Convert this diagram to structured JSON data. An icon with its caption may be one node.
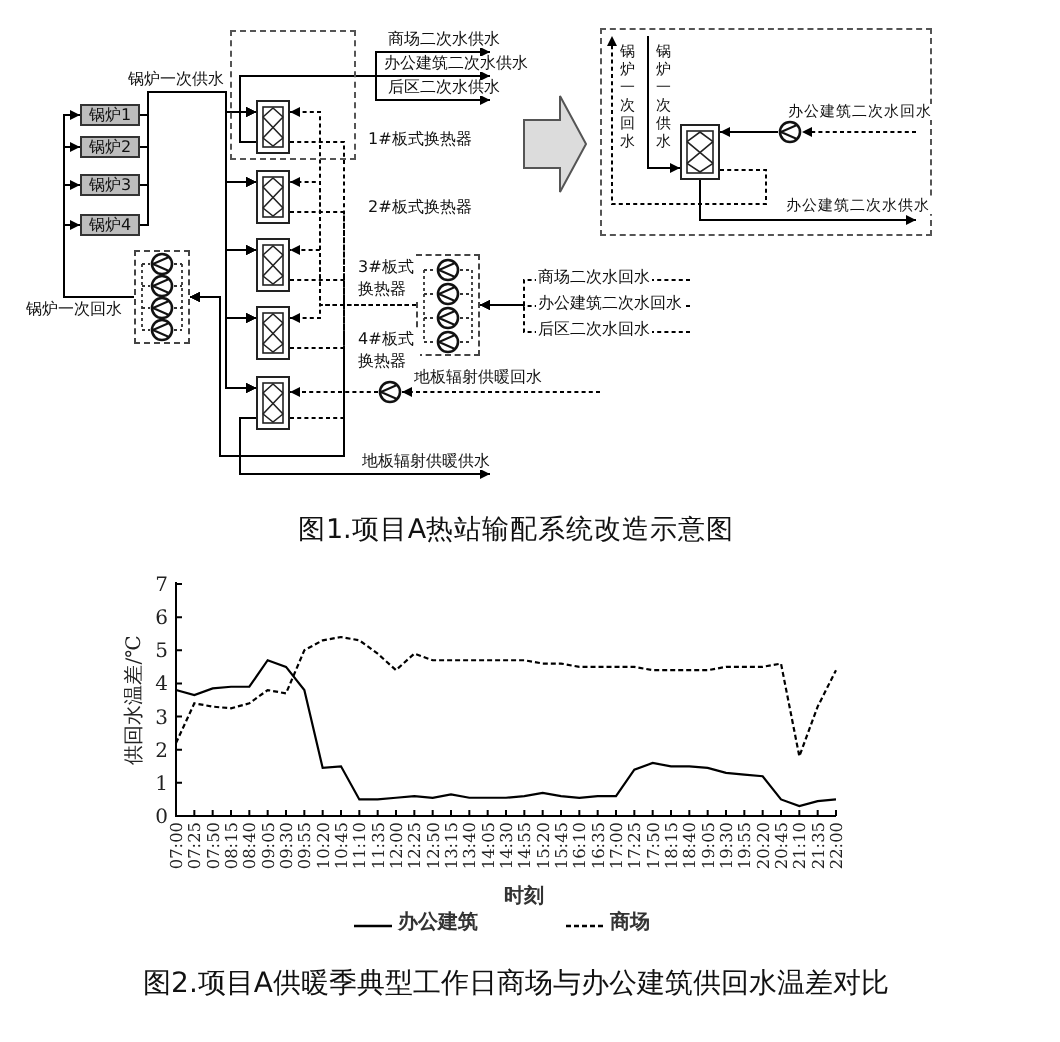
{
  "diagram": {
    "nodes": [
      {
        "text": [
          "锅炉1"
        ]
      },
      {
        "text": [
          "锅炉2"
        ]
      },
      {
        "text": [
          "锅炉3"
        ]
      },
      {
        "text": [
          "锅炉4"
        ]
      },
      {
        "text": [],
        "shape": "box"
      },
      {
        "text": [],
        "shape": "box"
      },
      {
        "text": [],
        "shape": "box"
      },
      {
        "text": [],
        "shape": "box"
      },
      {
        "text": [],
        "shape": "box"
      },
      {
        "text": [],
        "shape": "box"
      },
      {
        "text": [],
        "shape": "circle",
        "in": 9
      },
      {
        "text": [],
        "shape": "circle",
        "in": 9
      },
      {
        "text": [],
        "shape": "circle",
        "in": 9
      },
      {
        "text": [],
        "shape": "circle",
        "in": 9
      },
      {
        "text": [],
        "shape": "box"
      },
      {
        "text": [],
        "shape": "circle",
        "in": 14
      },
      {
        "text": [],
        "shape": "circle",
        "in": 14
      },
      {
        "text": [],
        "shape": "circle",
        "in": 14
      },
      {
        "text": [],
        "shape": "circle",
        "in": 14
      },
      {
        "text": [],
        "shape": "circle"
      },
      {
        "text": [],
        "shape": "box"
      },
      {
        "text": [],
        "shape": "box",
        "in": 20
      },
      {
        "text": [],
        "shape": "circle",
        "in": 20
      }
    ],
    "edges": [
      {
        "from": 0,
        "to": 4,
        "arrow": "to",
        "label": "锅炉一次供水"
      },
      {
        "from": 0,
        "to": 5,
        "arrow": "to"
      },
      {
        "from": 0,
        "to": 6,
        "arrow": "to"
      },
      {
        "from": 0,
        "to": 7,
        "arrow": "to"
      },
      {
        "from": 0,
        "to": 8,
        "arrow": "to"
      },
      {
        "from": 1,
        "to": 4,
        "arrow": "to"
      },
      {
        "from": 1,
        "to": 5,
        "arrow": "to"
      },
      {
        "from": 1,
        "to": 6,
        "arrow": "to"
      },
      {
        "from": 1,
        "to": 7,
        "arrow": "to"
      },
      {
        "from": 1,
        "to": 8,
        "arrow": "to"
      },
      {
        "from": 2,
        "to": 4,
        "arrow": "to"
      },
      {
        "from": 2,
        "to": 5,
        "arrow": "to"
      },
      {
        "from": 2,
        "to": 6,
        "arrow": "to"
      },
      {
        "from": 2,
        "to": 7,
        "arrow": "to"
      },
      {
        "from": 2,
        "to": 8,
        "arrow": "to"
      },
      {
        "from": 3,
        "to": 4,
        "arrow": "to"
      },
      {
        "from": 3,
        "to": 5,
        "arrow": "to"
      },
      {
        "from": 3,
        "to": 6,
        "arrow": "to"
      },
      {
        "from": 3,
        "to": 7,
        "arrow": "to"
      },
      {
        "from": 3,
        "to": 8,
        "arrow": "to"
      },
      {
        "from": 4,
        "to": 9,
        "arrow": "to",
        "style": "dashed"
      },
      {
        "from": 5,
        "to": 9,
        "arrow": "to",
        "style": "dashed"
      },
      {
        "from": 6,
        "to": 9,
        "arrow": "to",
        "style": "dashed"
      },
      {
        "from": 7,
        "to": 9,
        "arrow": "to",
        "style": "dashed"
      },
      {
        "from": 8,
        "to": 9,
        "arrow": "to",
        "style": "dashed"
      },
      {
        "from": 9,
        "to": 0,
        "arrow": "to",
        "label": "锅炉一次回水"
      },
      {
        "from": 9,
        "to": 1,
        "arrow": "to"
      },
      {
        "from": 9,
        "to": 2,
        "arrow": "to"
      },
      {
        "from": 9,
        "to": 3,
        "arrow": "to"
      },
      {
        "from": 4,
        "to": null,
        "arrow": "to",
        "label": "商场二次水供水"
      },
      {
        "from": 4,
        "to": null,
        "arrow": "to",
        "label": "办公建筑二次水供水"
      },
      {
        "from": 4,
        "to": null,
        "arrow": "to",
        "label": "后区二次水供水"
      },
      {
        "from": 8,
        "to": null,
        "arrow": "to",
        "label": "地板辐射供暖供水"
      },
      {
        "from": null,
        "to": 14,
        "arrow": "to",
        "label": "商场二次水回水",
        "style": "dashed"
      },
      {
        "from": null,
        "to": 14,
        "arrow": "to",
        "label": "办公建筑二次水回水",
        "style": "dashed"
      },
      {
        "from": null,
        "to": 14,
        "arrow": "to",
        "label": "后区二次水回水",
        "style": "dashed"
      },
      {
        "from": 14,
        "to": 4,
        "arrow": "to",
        "style": "dashed"
      },
      {
        "from": 14,
        "to": 5,
        "arrow": "to",
        "style": "dashed"
      },
      {
        "from": 14,
        "to": 6,
        "arrow": "to",
        "style": "dashed"
      },
      {
        "from": 14,
        "to": 7,
        "arrow": "to",
        "style": "dashed"
      },
      {
        "from": null,
        "to": 19,
        "arrow": "to",
        "label": "地板辐射供暖回水",
        "style": "dashed"
      },
      {
        "from": 19,
        "to": 8,
        "arrow": "to",
        "style": "dashed"
      },
      {
        "from": null,
        "to": 21,
        "arrow": "to",
        "label": "锅炉一次供水"
      },
      {
        "from": 21,
        "to": null,
        "arrow": "to",
        "label": "锅炉一次回水",
        "style": "dashed"
      },
      {
        "from": null,
        "to": 22,
        "arrow": "to",
        "label": "办公建筑二次水回水",
        "style": "dashed"
      },
      {
        "from": 22,
        "to": 21,
        "arrow": "to"
      },
      {
        "from": 21,
        "to": null,
        "arrow": "to",
        "label": "办公建筑二次水供水"
      }
    ],
    "labels": [
      "1#板式换热器",
      "2#板式换热器",
      "3#板式换热器",
      "4#板式换热器",
      "图1.项目A热站输配系统改造示意图",
      "图2.项目A供暖季典型工作日商场与办公建筑供回水温差对比"
    ],
    "legend": [
      {
        "text": "办公建筑"
      },
      {
        "text": "商场"
      }
    ],
    "chart_data": {
      "type": "line",
      "xlabel": "时刻",
      "ylabel": "供回水温差/℃",
      "categories": [
        "07:00",
        "07:25",
        "07:50",
        "08:15",
        "08:40",
        "09:05",
        "09:30",
        "09:55",
        "10:20",
        "10:45",
        "11:10",
        "11:35",
        "12:00",
        "12:25",
        "12:50",
        "13:15",
        "13:40",
        "14:05",
        "14:30",
        "14:55",
        "15:20",
        "15:45",
        "16:10",
        "16:35",
        "17:00",
        "17:25",
        "17:50",
        "18:15",
        "18:40",
        "19:05",
        "19:30",
        "19:55",
        "20:20",
        "20:45",
        "21:10",
        "21:35",
        "22:00"
      ],
      "series": [
        {
          "color": "#000000",
          "line_style": "solid",
          "values": [
            3.8,
            3.65,
            3.85,
            3.9,
            3.9,
            4.7,
            4.5,
            3.8,
            1.45,
            1.5,
            0.5,
            0.5,
            0.55,
            0.6,
            0.55,
            0.65,
            0.55,
            0.55,
            0.55,
            0.6,
            0.7,
            0.6,
            0.55,
            0.6,
            0.6,
            1.4,
            1.6,
            1.5,
            1.5,
            1.45,
            1.3,
            1.25,
            1.2,
            0.5,
            0.3,
            0.45,
            0.5
          ]
        },
        {
          "color": "#000000",
          "line_style": "dashed",
          "values": [
            2.2,
            3.4,
            3.3,
            3.25,
            3.4,
            3.8,
            3.7,
            5.0,
            5.3,
            5.4,
            5.3,
            4.9,
            4.4,
            4.9,
            4.7,
            4.7,
            4.7,
            4.7,
            4.7,
            4.7,
            4.6,
            4.6,
            4.5,
            4.5,
            4.5,
            4.5,
            4.4,
            4.4,
            4.4,
            4.4,
            4.5,
            4.5,
            4.5,
            4.6,
            1.8,
            3.3,
            4.4
          ]
        }
      ],
      "ylim": [
        0,
        7
      ],
      "yticks": [
        0,
        1,
        2,
        3,
        4,
        5,
        6,
        7
      ]
    }
  }
}
